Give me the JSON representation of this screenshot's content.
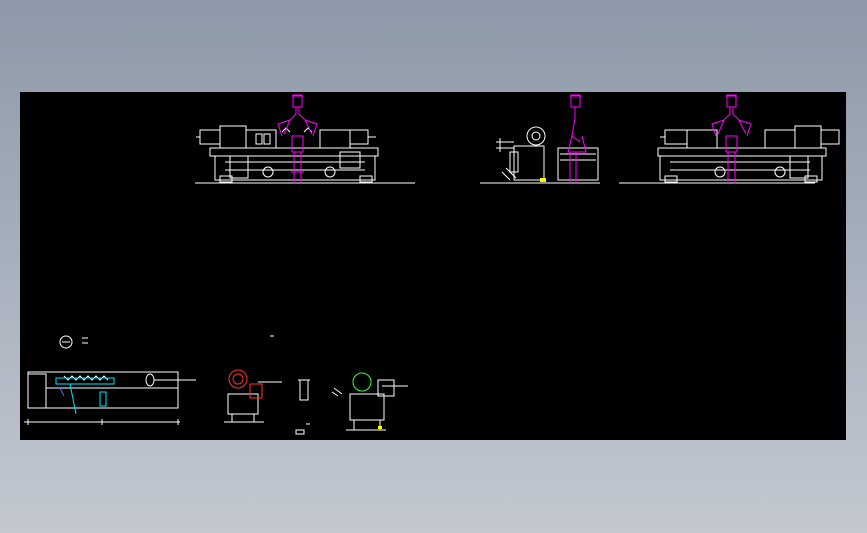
{
  "app": {
    "window_title": "",
    "background_colors": [
      "#8d98a8",
      "#c3c8d0"
    ]
  },
  "canvas": {
    "background": "#000000"
  },
  "colors": {
    "line": "#ffffff",
    "highlight": "#ff00ff",
    "accent_red": "#ff3030",
    "accent_green": "#33ff33",
    "accent_yellow": "#ffff00",
    "accent_cyan": "#00e5ff",
    "accent_blue": "#3a7bff"
  },
  "drawing": {
    "views": [
      {
        "id": "front-elevation-left",
        "kind": "machine elevation with operator figure"
      },
      {
        "id": "side-elevation-middle",
        "kind": "machine side elevation with operator figure"
      },
      {
        "id": "front-elevation-right",
        "kind": "mirrored machine elevation with operator figure"
      },
      {
        "id": "bottom-left-section",
        "kind": "long bed section view"
      },
      {
        "id": "bottom-middle-detail",
        "kind": "end view detail with red components"
      },
      {
        "id": "bottom-right-detail",
        "kind": "end view detail with green component"
      }
    ],
    "annotations": []
  }
}
